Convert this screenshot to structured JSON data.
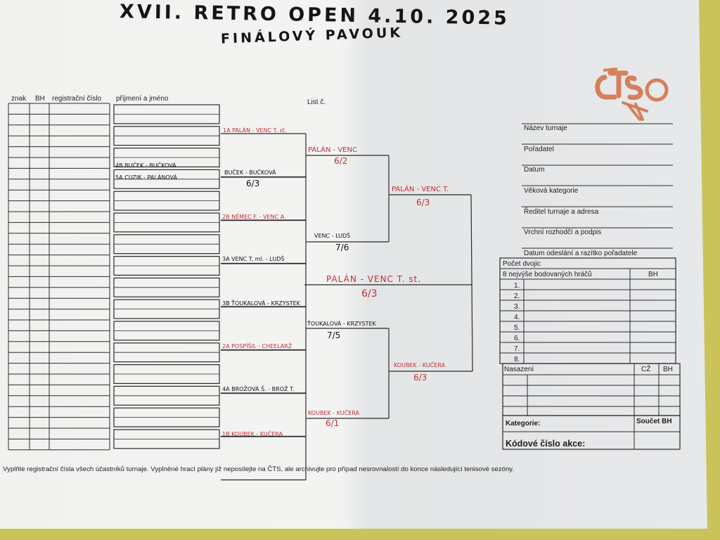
{
  "header": {
    "title": "XVII. RETRO OPEN 4.10. 2025",
    "subtitle": "FINÁLOVÝ PAVOUK"
  },
  "table_headers": {
    "znak": "znak",
    "bh": "BH",
    "reg": "registrační číslo",
    "name": "příjmení a jméno",
    "list": "List č."
  },
  "entries": {
    "e1": "4B BUČEK - BUČKOVÁ",
    "e2": "5A CUZIK - PALÁNOVÁ"
  },
  "round1": [
    {
      "label": "1A PALÁN - VENC T. st.",
      "color": "red"
    },
    {
      "label": "BUČEK - BUČKOVÁ",
      "color": "black"
    },
    {
      "label": "2B NĚMEC F. - VENC A.",
      "color": "red"
    },
    {
      "label": "3A VENC T. ml. - LUDŠ",
      "color": "black"
    },
    {
      "label": "3B ŤOUKALOVÁ - KRZYSTEK",
      "color": "black"
    },
    {
      "label": "2A POSPÍŠIL - CHEELARŽ",
      "color": "red"
    },
    {
      "label": "4A BROŽOVÁ Š. - BROŽ T.",
      "color": "black"
    },
    {
      "label": "1B KOUBEK - KUČERA",
      "color": "red"
    }
  ],
  "round2": [
    {
      "label": "PALÁN - VENC",
      "score": "6/2",
      "color": "red"
    },
    {
      "label": "VENC - LUDŠ",
      "score": "7/6",
      "color": "black"
    },
    {
      "label": "ŤOUKALOVÁ - KRZYSTEK",
      "score": "7/5",
      "color": "black"
    },
    {
      "label": "KOUBEK - KUČERA",
      "score": "6/1",
      "color": "red"
    }
  ],
  "round1_scores": {
    "s1": "6/3"
  },
  "semis": [
    {
      "label": "PALÁN - VENC T.",
      "score": "6/3"
    },
    {
      "label": "KOUBEK - KUČERA",
      "score": "6/3"
    }
  ],
  "final": {
    "label": "PALÁN - VENC T. st.",
    "score": "6/3"
  },
  "info_fields": [
    "Název turnaje",
    "Pořadatel",
    "Datum",
    "Věková kategorie",
    "Ředitel turnaje a adresa",
    "Vrchní rozhodčí a podpis",
    "Datum odeslání a razítko pořadatele"
  ],
  "info_table": {
    "pairs": "Počet dvojic",
    "top8": "8 nejvýše bodovaných hráčů",
    "bh": "BH",
    "rows": [
      "1.",
      "2.",
      "3.",
      "4.",
      "5.",
      "6.",
      "7.",
      "8."
    ],
    "seeding": "Nasazení",
    "cz": "CŽ",
    "bh2": "BH",
    "category": "Kategorie:",
    "sum": "Součet BH",
    "code": "Kódové číslo akce:"
  },
  "footer": "Vyplňte registrační čísla všech účastníků turnaje. Vyplněné hrací plány již neposílejte na ČTS, ale archivujte pro případ nesrovnalostí do konce následující tenisové sezóny.",
  "colors": {
    "handwriting_red": "#c0303a",
    "logo": "#d4805a",
    "background": "#c9c35a"
  }
}
